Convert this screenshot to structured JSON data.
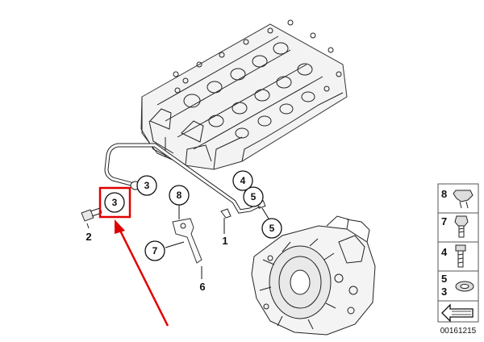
{
  "callouts": {
    "c3_highlight": "3",
    "c3_top": "3",
    "c8": "8",
    "c7": "7",
    "c4": "4",
    "c5_top": "5",
    "c5_bottom": "5"
  },
  "plain_labels": {
    "l2": "2",
    "l1": "1",
    "l6": "6"
  },
  "legend": {
    "items": [
      "8",
      "7",
      "4",
      "5",
      "3"
    ]
  },
  "image_code": "00161215",
  "colors": {
    "highlight": "#e00000",
    "ink": "#111111"
  }
}
